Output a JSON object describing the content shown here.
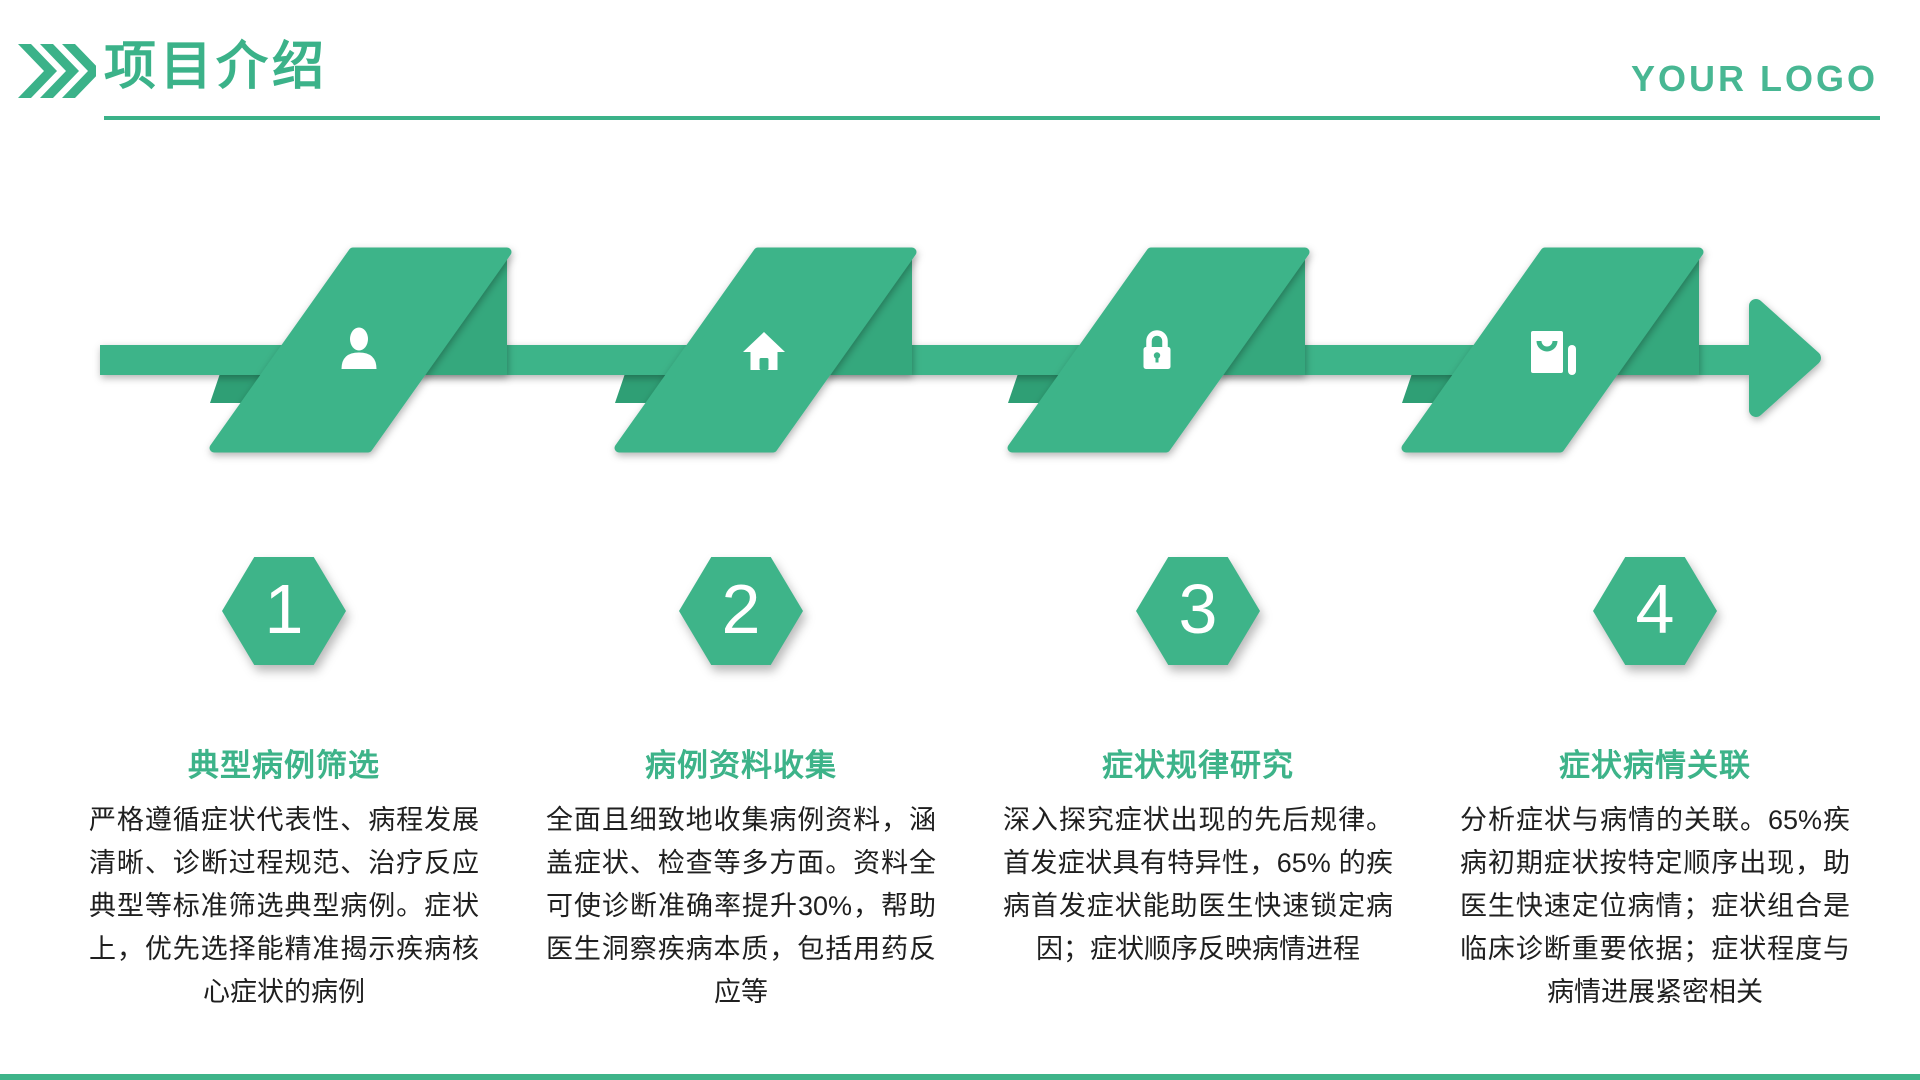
{
  "header": {
    "title": "项目介绍",
    "logo": "YOUR LOGO"
  },
  "colors": {
    "accent_green": "#3eb489",
    "fold_green": "#35a87d",
    "underflap_green": "#2f9f75",
    "heading_green": "#3db389",
    "body_text": "#1f1f1f"
  },
  "steps": [
    {
      "num": "1",
      "icon": "person-icon",
      "title": "典型病例筛选",
      "body": "严格遵循症状代表性、病程发展清晰、诊断过程规范、治疗反应典型等标准筛选典型病例。症状上，优先选择能精准揭示疾病核心症状的病例"
    },
    {
      "num": "2",
      "icon": "home-icon",
      "title": "病例资料收集",
      "body": "全面且细致地收集病例资料，涵盖症状、检查等多方面。资料全可使诊断准确率提升30%，帮助医生洞察疾病本质，包括用药反应等"
    },
    {
      "num": "3",
      "icon": "lock-icon",
      "title": "症状规律研究",
      "body": "深入探究症状出现的先后规律。首发症状具有特异性，65% 的疾病首发症状能助医生快速锁定病因；症状顺序反映病情进程"
    },
    {
      "num": "4",
      "icon": "shopping-bag-icon",
      "title": "症状病情关联",
      "body": "分析症状与病情的关联。65%疾病初期症状按特定顺序出现，助医生快速定位病情；症状组合是临床诊断重要依据；症状程度与病情进展紧密相关"
    }
  ]
}
